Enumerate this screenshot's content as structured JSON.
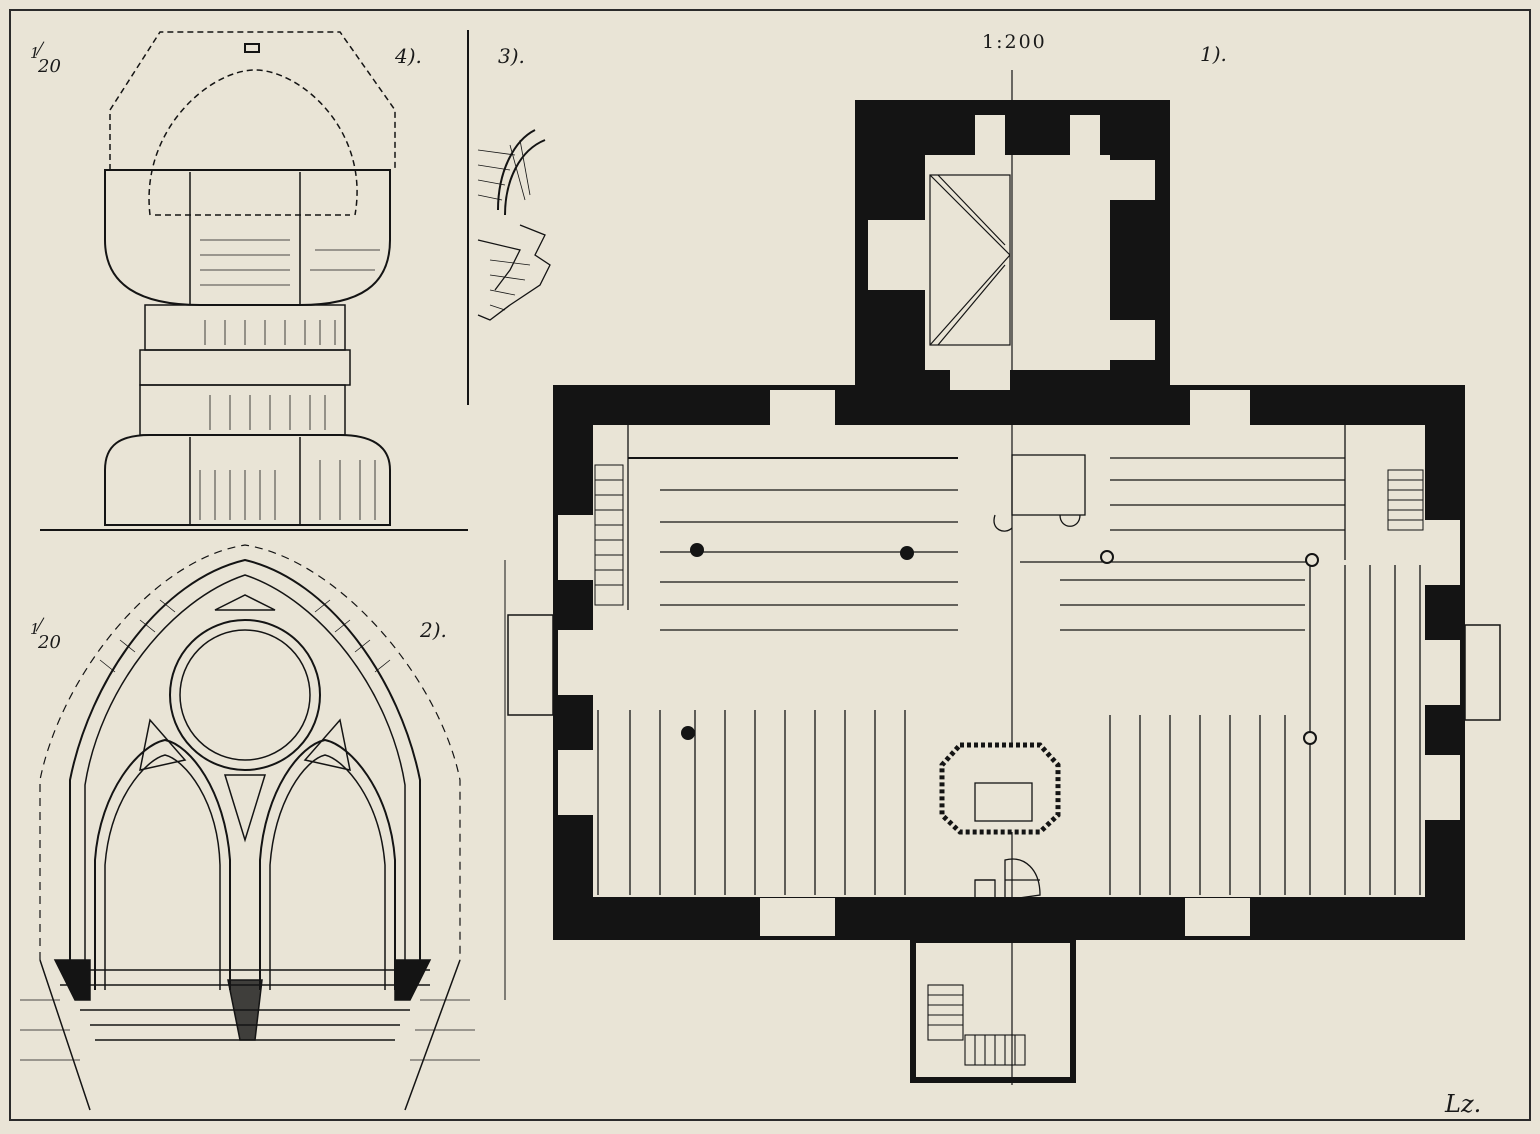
{
  "labels": {
    "plan_number": "1).",
    "plan_scale": "1:200",
    "window_number": "2).",
    "window_scale_num": "1",
    "window_scale_den": "20",
    "molding_number": "3).",
    "font_number": "4).",
    "font_scale_num": "1",
    "font_scale_den": "20",
    "signature": "Lz."
  },
  "colors": {
    "paper": "#e9e4d6",
    "ink": "#141414",
    "frame": "#2a2a2a"
  }
}
